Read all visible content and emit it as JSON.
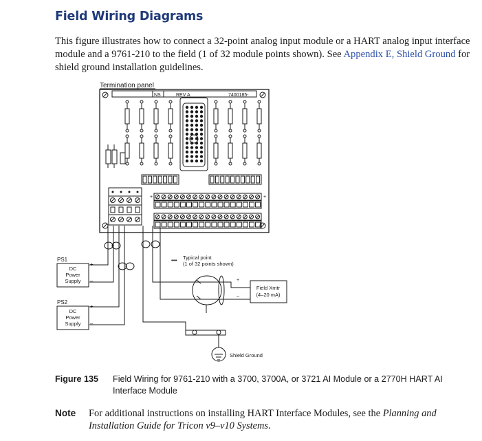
{
  "heading": "Field Wiring Diagrams",
  "intro": {
    "text": "This figure illustrates how to connect a 32-point analog input module or a HART analog input interface module and a 9761-210 to the field (1 of 32 module points shown). See ",
    "link1": "Appendix E,",
    "link2": "Shield Ground",
    "tail": " for shield ground installation guidelines."
  },
  "diagram": {
    "termination_panel": "Termination panel",
    "strip_left": "NS",
    "strip_mid": "REV A",
    "strip_right": "7400185-",
    "ps1": {
      "label": "PS1",
      "line1": "DC",
      "line2": "Power",
      "line3": "Supply"
    },
    "ps2": {
      "label": "PS2",
      "line1": "DC",
      "line2": "Power",
      "line3": "Supply"
    },
    "typical_point_1": "Typical point",
    "typical_point_2": "(1 of 32 points shown)",
    "field_xmtr_1": "Field Xmtr",
    "field_xmtr_2": "(4–20 mA)",
    "shield_ground": "Shield Ground",
    "plus": "+",
    "minus": "–",
    "dots": "•••"
  },
  "figure": {
    "number": "Figure 135",
    "caption": "Field Wiring for 9761-210 with a 3700, 3700A, or 3721 AI Module or a 2770H HART AI Interface Module"
  },
  "note": {
    "label": "Note",
    "text": "For additional instructions on installing HART Interface Modules, see the ",
    "italic": "Planning and Installation Guide for Tricon v9–v10 Systems",
    "tail": "."
  }
}
